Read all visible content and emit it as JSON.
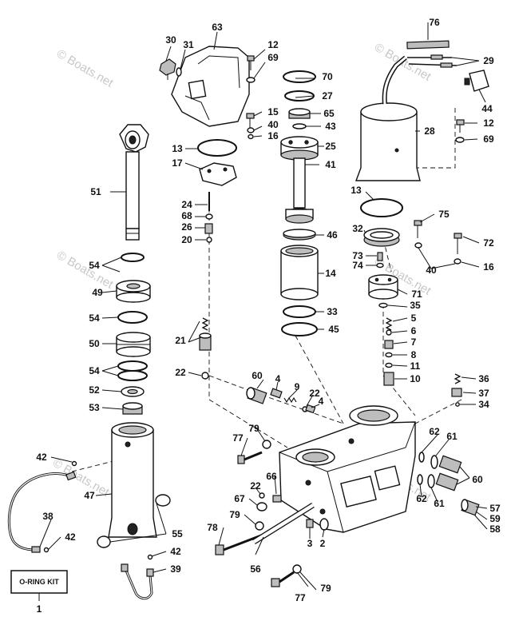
{
  "watermarks": [
    "© Boats.net",
    "© Boats.net",
    "© Boats.net",
    "© Boats.net",
    "© Boats.net",
    "© Boats.net"
  ],
  "kit_label": "O-RING KIT",
  "callouts": [
    "1",
    "2",
    "3",
    "4",
    "4",
    "5",
    "6",
    "7",
    "8",
    "9",
    "10",
    "11",
    "12",
    "12",
    "13",
    "13",
    "14",
    "15",
    "16",
    "16",
    "17",
    "20",
    "21",
    "22",
    "22",
    "22",
    "24",
    "25",
    "26",
    "27",
    "28",
    "29",
    "30",
    "31",
    "32",
    "33",
    "34",
    "35",
    "36",
    "37",
    "38",
    "39",
    "40",
    "40",
    "41",
    "42",
    "42",
    "42",
    "43",
    "44",
    "45",
    "46",
    "47",
    "49",
    "50",
    "51",
    "52",
    "53",
    "54",
    "54",
    "54",
    "55",
    "56",
    "57",
    "58",
    "59",
    "60",
    "60",
    "61",
    "61",
    "62",
    "62",
    "63",
    "65",
    "66",
    "67",
    "68",
    "69",
    "69",
    "70",
    "71",
    "72",
    "73",
    "74",
    "75",
    "76",
    "77",
    "77",
    "78",
    "79",
    "79",
    "79"
  ]
}
